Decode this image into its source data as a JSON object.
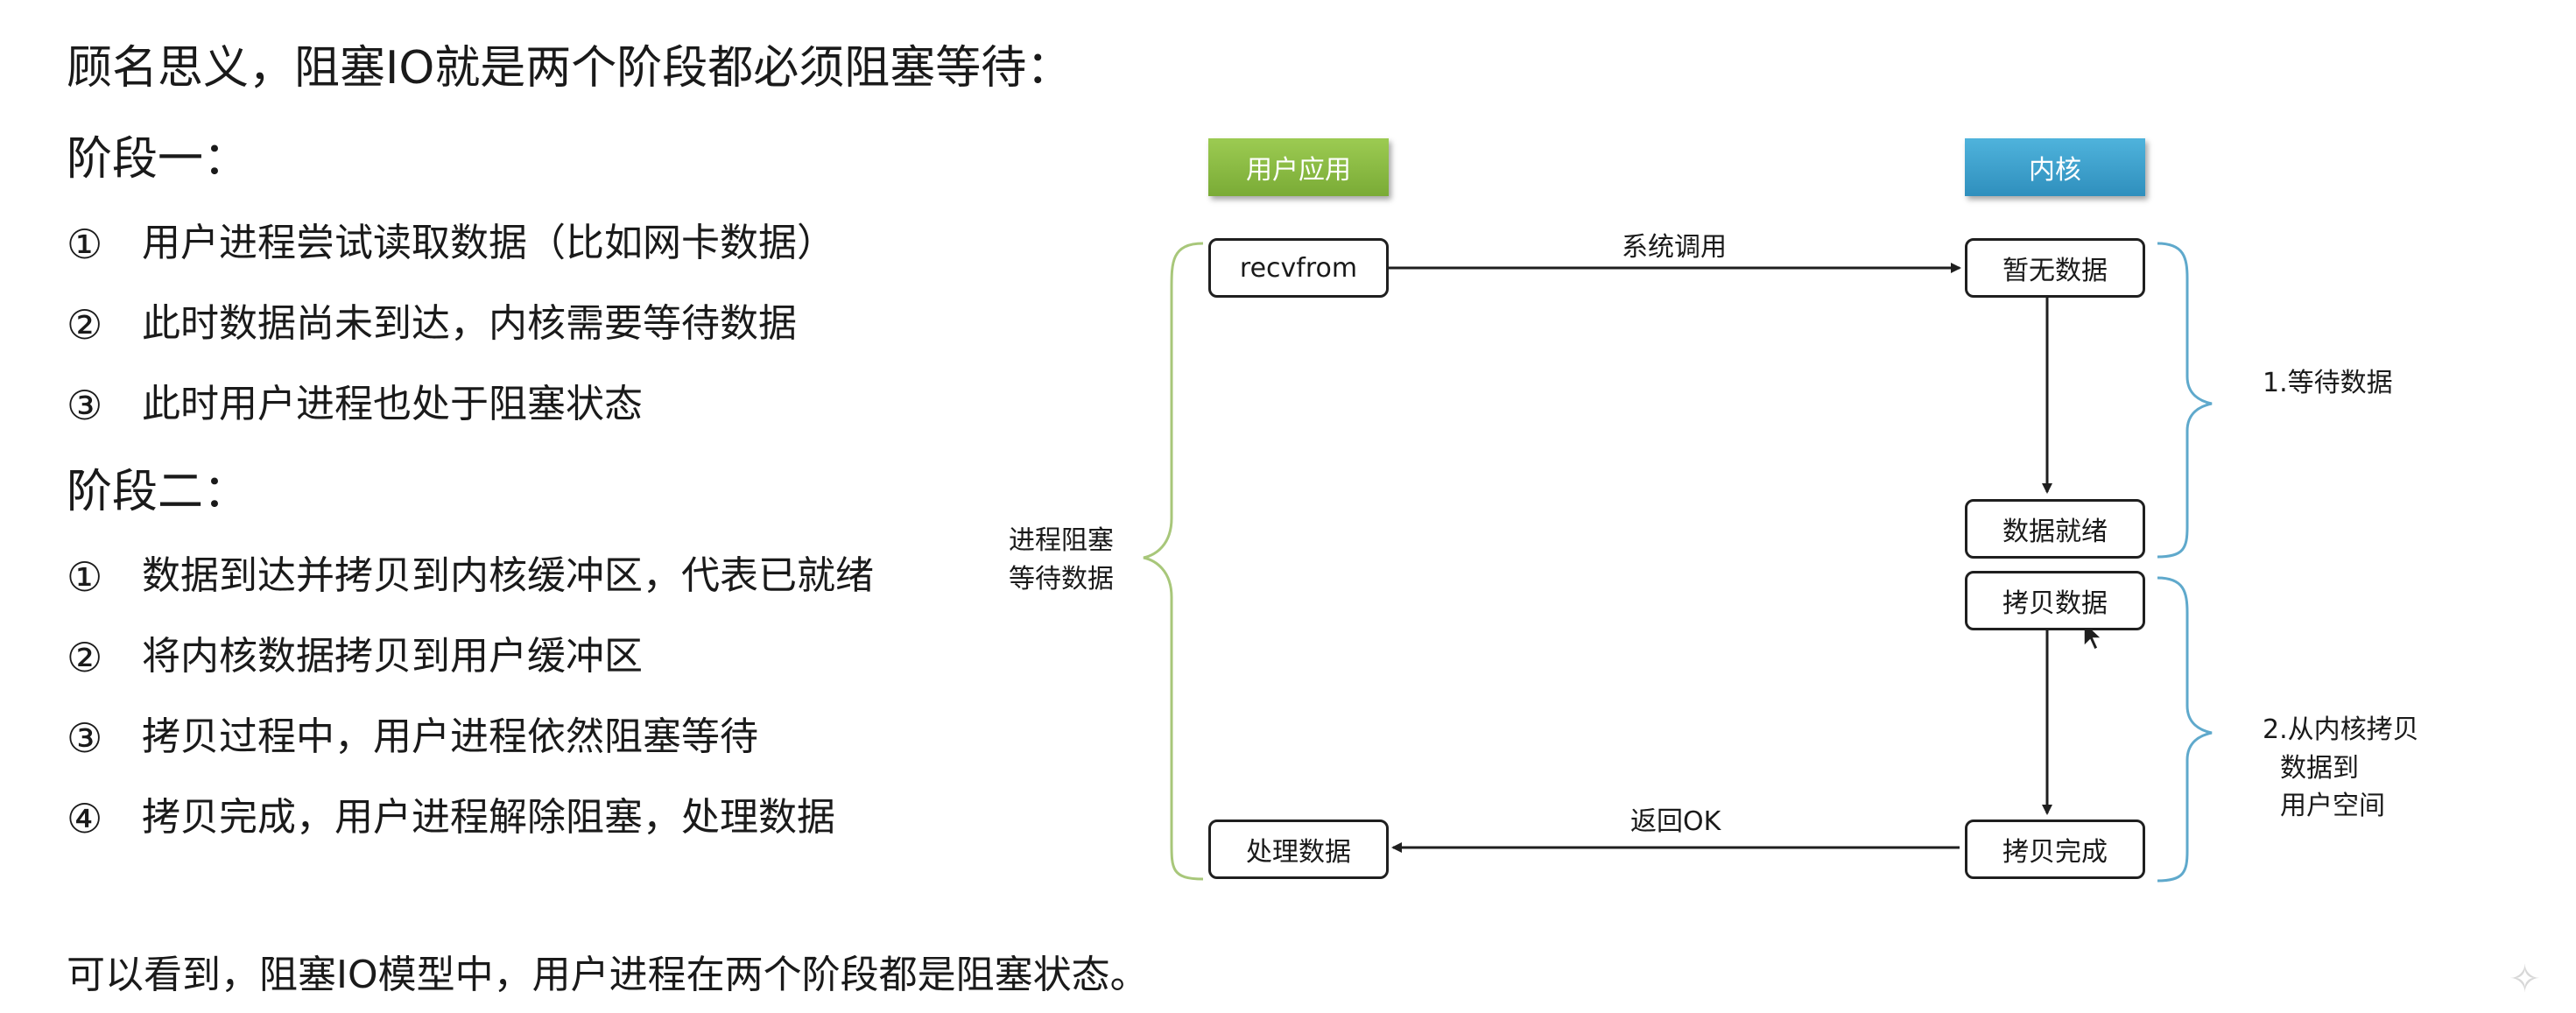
{
  "title": "顾名思义，阻塞IO就是两个阶段都必须阻塞等待：",
  "phase1": {
    "heading": "阶段一：",
    "items": [
      {
        "num": "①",
        "text": "用户进程尝试读取数据（比如网卡数据）"
      },
      {
        "num": "②",
        "text": "此时数据尚未到达，内核需要等待数据"
      },
      {
        "num": "③",
        "text": "此时用户进程也处于阻塞状态"
      }
    ]
  },
  "phase2": {
    "heading": "阶段二：",
    "items": [
      {
        "num": "①",
        "text": "数据到达并拷贝到内核缓冲区，代表已就绪"
      },
      {
        "num": "②",
        "text": "将内核数据拷贝到用户缓冲区"
      },
      {
        "num": "③",
        "text": "拷贝过程中，用户进程依然阻塞等待"
      },
      {
        "num": "④",
        "text": "拷贝完成，用户进程解除阻塞，处理数据"
      }
    ]
  },
  "conclusion": "可以看到，阻塞IO模型中，用户进程在两个阶段都是阻塞状态。",
  "diagram": {
    "user_header": "用户应用",
    "kernel_header": "内核",
    "nodes": {
      "recvfrom": "recvfrom",
      "no_data": "暂无数据",
      "data_ready": "数据就绪",
      "copy_data": "拷贝数据",
      "copy_done": "拷贝完成",
      "process_data": "处理数据"
    },
    "edges": {
      "syscall": "系统调用",
      "return_ok": "返回OK"
    },
    "left_brace_label": [
      "进程阻塞",
      "等待数据"
    ],
    "wait_label": "1.等待数据",
    "copy_label": [
      "2.从内核拷贝",
      "数据到",
      "用户空间"
    ],
    "colors": {
      "user_header": "#8dbf44",
      "kernel_header": "#3ea3cf",
      "left_brace": "#a8c77a",
      "right_brace": "#5fa9cc"
    }
  }
}
